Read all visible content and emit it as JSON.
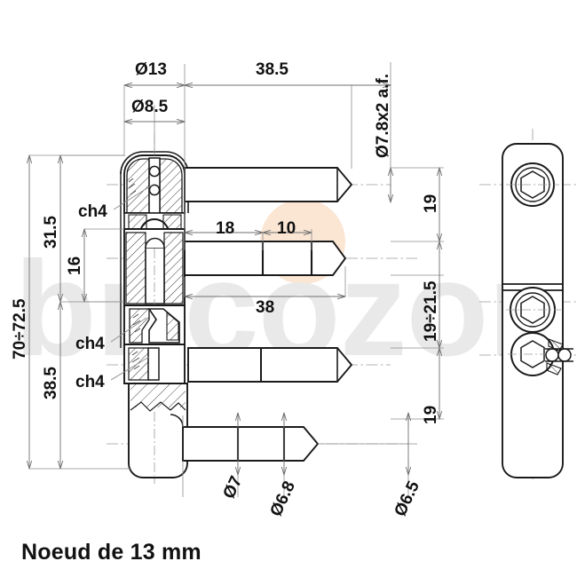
{
  "caption": "Noeud de 13 mm",
  "watermark": {
    "text": "bricozor",
    "color": "#e9e9e9",
    "dot_color": "#fbe6d4"
  },
  "colors": {
    "line": "#1a1a1a",
    "thin_line": "#7d7d7d",
    "center_line": "#8d8d8d",
    "text": "#111111",
    "background": "#ffffff",
    "hatch": "#1a1a1a"
  },
  "drawing": {
    "title": "hinge-technical-drawing",
    "views": [
      {
        "name": "front-section-view",
        "label": "front section"
      },
      {
        "name": "side-view",
        "label": "side"
      }
    ]
  },
  "dimensions": {
    "top": [
      {
        "name": "dim-d13",
        "label": "Ø13",
        "orientation": "horizontal"
      },
      {
        "name": "dim-38-5",
        "label": "38.5",
        "orientation": "horizontal"
      },
      {
        "name": "dim-d8-5",
        "label": "Ø8.5",
        "orientation": "horizontal"
      },
      {
        "name": "dim-d7-8x2",
        "label": "Ø7.8x2 a.f.",
        "orientation": "vertical"
      }
    ],
    "left": [
      {
        "name": "dim-70-72-5",
        "label": "70÷72.5",
        "orientation": "vertical"
      },
      {
        "name": "dim-31-5",
        "label": "31.5",
        "orientation": "vertical"
      },
      {
        "name": "dim-16",
        "label": "16",
        "orientation": "vertical"
      },
      {
        "name": "dim-38-5-left",
        "label": "38.5",
        "orientation": "vertical"
      }
    ],
    "center": [
      {
        "name": "dim-18",
        "label": "18",
        "orientation": "horizontal"
      },
      {
        "name": "dim-10",
        "label": "10",
        "orientation": "horizontal"
      },
      {
        "name": "dim-38",
        "label": "38",
        "orientation": "horizontal"
      }
    ],
    "right": [
      {
        "name": "dim-19-top",
        "label": "19",
        "orientation": "vertical"
      },
      {
        "name": "dim-19-21-5",
        "label": "19÷21.5",
        "orientation": "vertical"
      },
      {
        "name": "dim-19-bottom",
        "label": "19",
        "orientation": "vertical"
      }
    ],
    "bottom": [
      {
        "name": "dim-d7",
        "label": "Ø7",
        "orientation": "vertical"
      },
      {
        "name": "dim-d6-8",
        "label": "Ø6.8",
        "orientation": "vertical"
      },
      {
        "name": "dim-d6-5",
        "label": "Ø6.5",
        "orientation": "vertical"
      }
    ]
  },
  "annotations": [
    {
      "name": "note-ch4-1",
      "label": "ch4"
    },
    {
      "name": "note-ch4-2",
      "label": "ch4"
    },
    {
      "name": "note-ch4-3",
      "label": "ch4"
    }
  ]
}
